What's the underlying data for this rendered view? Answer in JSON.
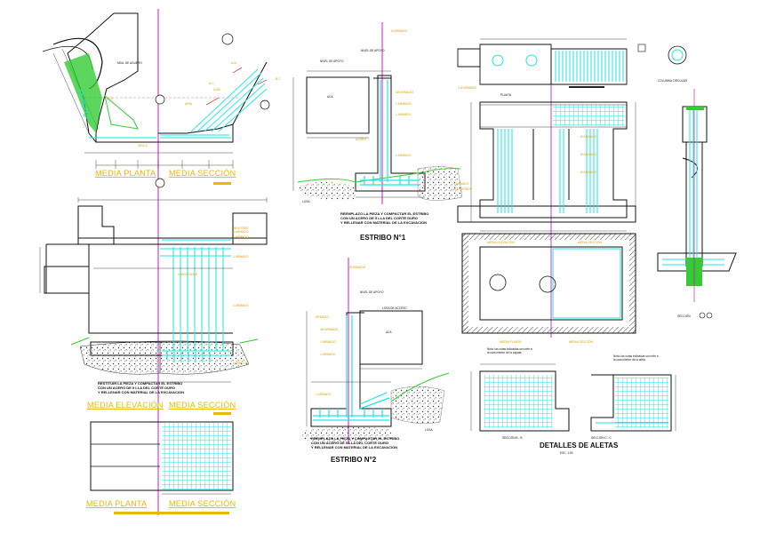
{
  "colors": {
    "steel": "#1ee6e6",
    "concrete": "#1a1a1a",
    "axis": "#cc00cc",
    "fill": "#33cc33",
    "label": "#e8b800",
    "annot": "#d8a000",
    "red": "#d00000"
  },
  "wingwall": {
    "plan_label": "MEDIA PLANTA",
    "section_label": "MEDIA SECCIÓN",
    "wall_label": "MDA. DE AGUERO"
  },
  "abutment": {
    "elevation_label": "MEDIA ELEVACIÓN",
    "section_label": "MEDIA SECCIÓN",
    "note": [
      "RESTITUIR LA PIEZA Y COMPACTAR EL ESTRIBO",
      "CON UN ACERO DE 5 LLA DEL CORTE DURO",
      "Y RELLENAR CON MATERIAL DE LA EXCAVACION"
    ],
    "plan_label": "MEDIA PLANTA",
    "plan_section_label": "MEDIA SECCIÓN"
  },
  "estribo1": {
    "title": "ESTRIBO N°1",
    "losa_label": "LOSA",
    "note": [
      "REEMPLAZO LA PIEZA Y COMPACTAR EL ESTRIBO",
      "CON UN ACERO DE 5 LLA DEL CORTE DURO",
      "Y RELLENAR CON MATERIAL DE LA EXCAVACION"
    ],
    "nivel": "NIVEL DE APOYO"
  },
  "estribo2": {
    "title": "ESTRIBO N°2",
    "losa_label": "LOSA",
    "cap_label": "LOSA DE ACCESO",
    "note": [
      "REEMPLAZO LA PIEZA Y COMPACTAR EL ESTRIBO",
      "CON UN ACERO DE 5 LLA DEL CORTE DURO",
      "Y RELLENAR CON MATERIAL DE LA EXCAVACION"
    ],
    "nivel": "NIVEL DE APOYO"
  },
  "pier": {
    "cap_label": "PLANTA",
    "elevation_label": "MEDIA ELEVACIÓN",
    "section_label": "MEDIA SECCIÓN",
    "plan_label": "MEDIA PLANTA",
    "plan_section_label": "MEDIA SECCIÓN",
    "plan_note": [
      "Nota: las cotas indicadas son refe a",
      "la cara interior de la zapata"
    ]
  },
  "column": {
    "label": "COLUMNA CIRCULAR",
    "section_label": "SECCIÓN"
  },
  "aletas": {
    "title": "DETALLES DE ALETAS",
    "scale": "ESC. 1:50",
    "section_bb": "SECCIÓN B - B",
    "section_cc": "SECCIÓN C - C",
    "note": [
      "Nota: las cotas indicadas son refe a",
      "la cara interior de la aleta"
    ]
  }
}
